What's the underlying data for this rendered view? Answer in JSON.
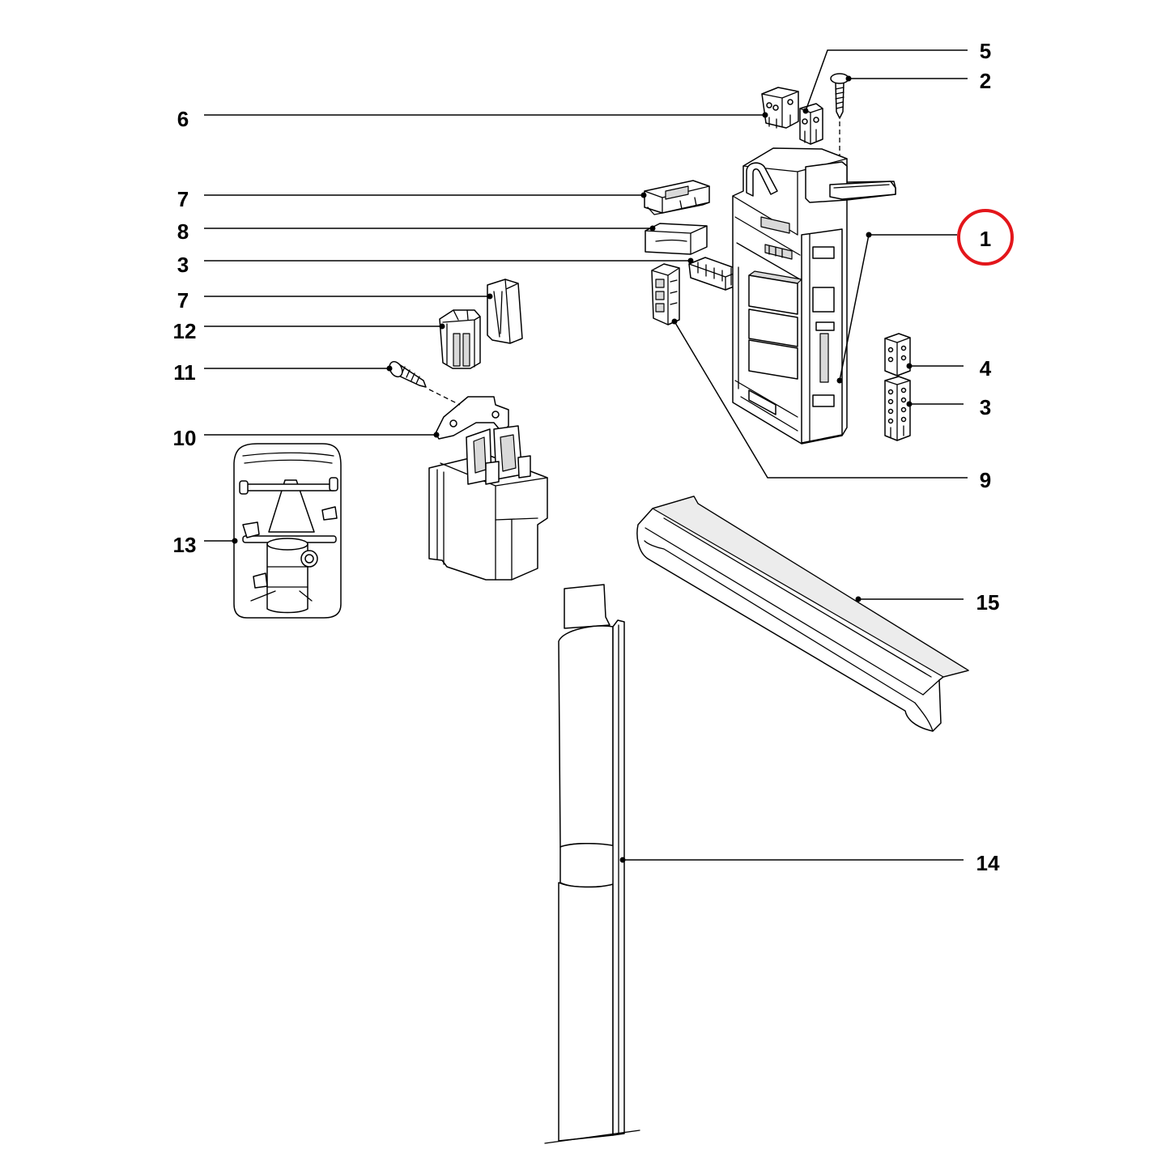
{
  "callouts": [
    {
      "label": "5"
    },
    {
      "label": "2"
    },
    {
      "label": "6"
    },
    {
      "label": "7"
    },
    {
      "label": "8"
    },
    {
      "label": "3"
    },
    {
      "label": "1",
      "highlighted": true
    },
    {
      "label": "7"
    },
    {
      "label": "12"
    },
    {
      "label": "11"
    },
    {
      "label": "10"
    },
    {
      "label": "4"
    },
    {
      "label": "3"
    },
    {
      "label": "9"
    },
    {
      "label": "13"
    },
    {
      "label": "15"
    },
    {
      "label": "14"
    }
  ],
  "colors": {
    "ink": "#000000",
    "highlight": "#e3161b",
    "shade": "#d9d9d9",
    "background": "#ffffff"
  }
}
